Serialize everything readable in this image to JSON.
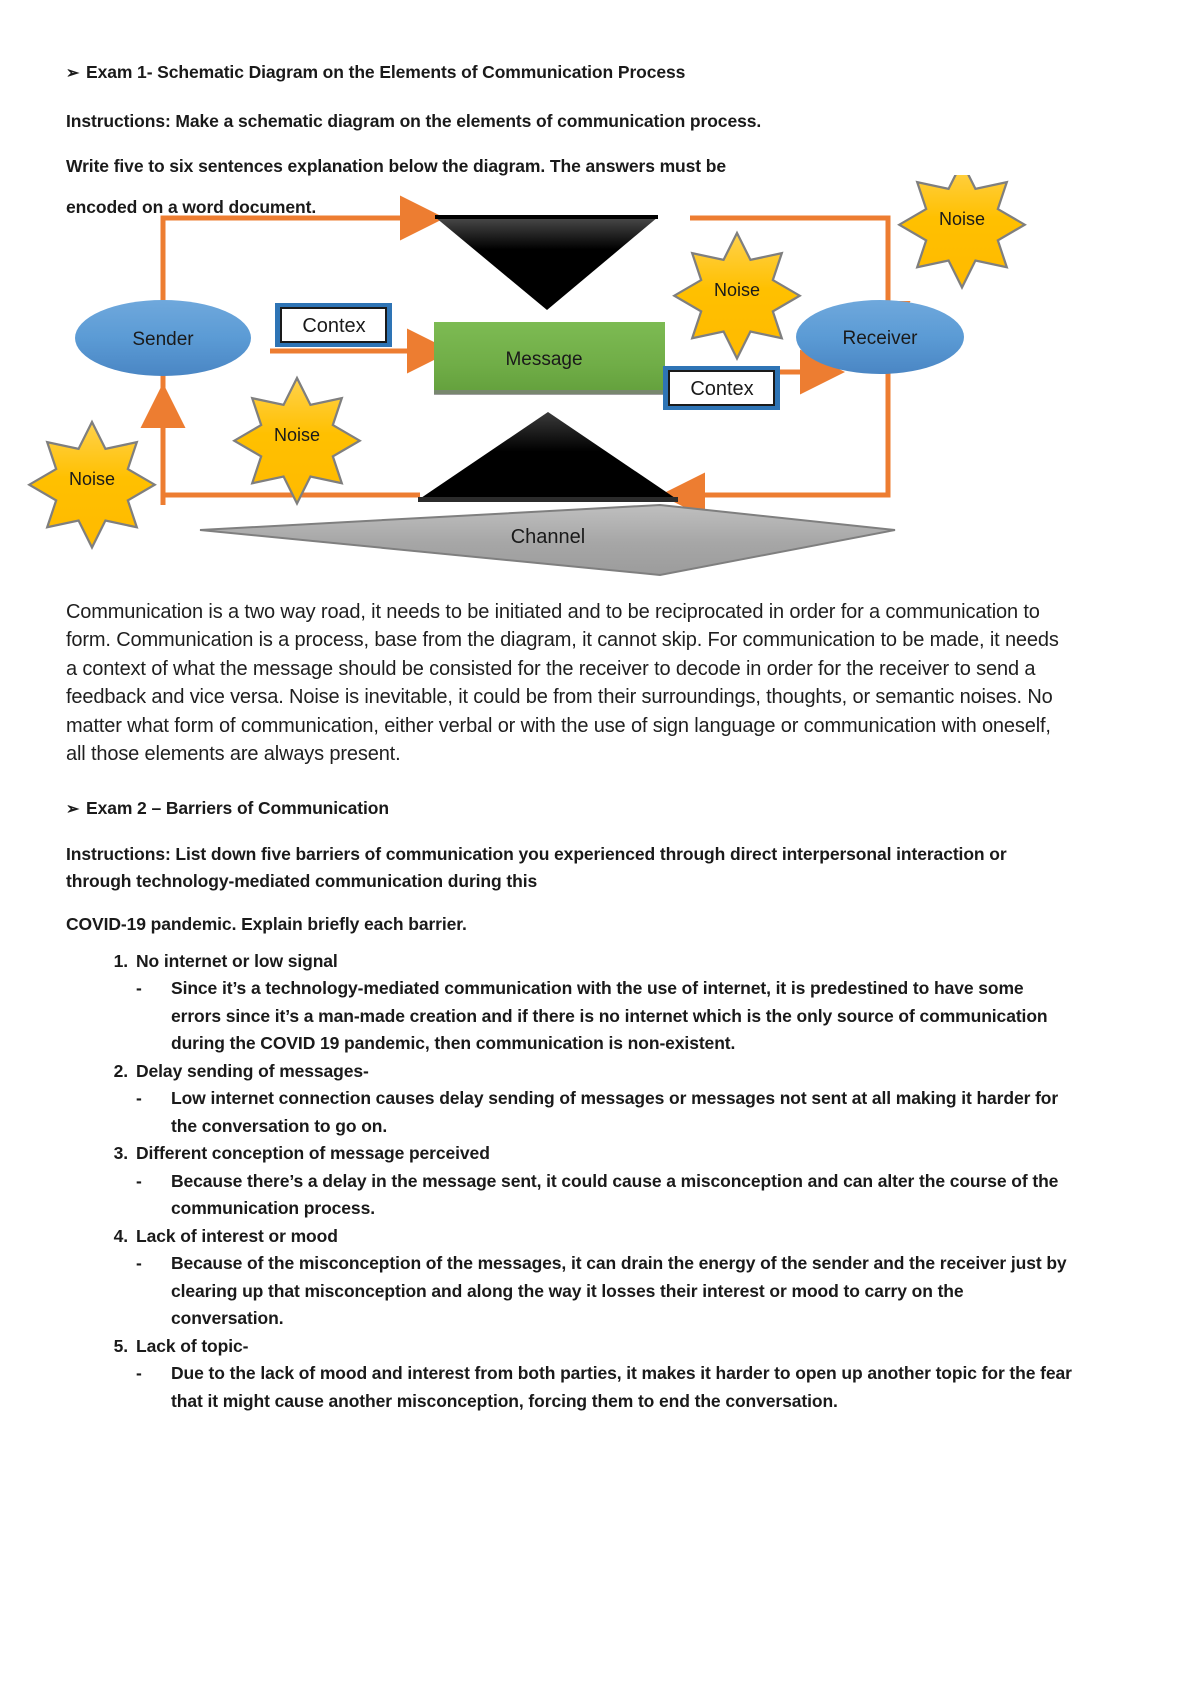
{
  "document": {
    "exam1": {
      "heading": "Exam 1- Schematic Diagram on the Elements of Communication Process",
      "bullet_glyph": "➢",
      "instruction_line1": "Instructions: Make a schematic diagram on the elements of communication process.",
      "instruction_line2": "Write five to six sentences explanation below the diagram. The answers must be",
      "instruction_line3": "encoded on a word document."
    },
    "diagram": {
      "title": "Elements of Communication Process",
      "nodes": {
        "sender": "Sender",
        "receiver": "Receiver",
        "message": "Message",
        "channel": "Channel",
        "context_left": "Contex",
        "context_right": "Contex"
      },
      "noise_labels": [
        "Noise",
        "Noise",
        "Noise",
        "Noise"
      ],
      "colors": {
        "ellipse_blue": "#5B9BD5",
        "message_green": "#70AD47",
        "noise_yellow": "#FFC000",
        "arrow_orange": "#ED7D31",
        "channel_gray": "#A6A6A6",
        "triangle_black": "#000000",
        "context_border_blue": "#2E74B5"
      }
    },
    "essay": {
      "paragraph": "Communication is a two way road, it needs to be initiated and to be reciprocated in order for a communication to form. Communication is a process, base from the diagram, it cannot skip. For communication to be made, it needs a context of what the message should be consisted for the receiver to decode in order for the receiver to send a feedback and vice versa. Noise is inevitable, it could be from their surroundings, thoughts, or semantic noises. No matter what form of communication, either verbal or with the use of sign language or communication with oneself, all those elements are always present."
    },
    "exam2": {
      "heading": "Exam 2 – Barriers of Communication",
      "bullet_glyph": "➢",
      "instruction_line1": "Instructions: List down five barriers of communication you experienced through direct interpersonal interaction or",
      "instruction_line2": "through technology-mediated communication during this",
      "instruction_line3": "COVID-19 pandemic. Explain briefly each barrier."
    },
    "barriers": [
      {
        "number": "1.",
        "title": "No internet or low signal",
        "dash": "-",
        "detail": "Since it’s a technology-mediated communication with the use of internet, it is predestined to have some errors since it’s a man-made creation and if there is no internet which is the only source of communication during the COVID 19 pandemic, then communication is non-existent."
      },
      {
        "number": "2.",
        "title": "Delay sending of messages-",
        "dash": "-",
        "detail": "Low internet connection causes delay sending of messages or messages not sent at all making it harder for the conversation to go on."
      },
      {
        "number": "3.",
        "title": "Different conception of message perceived",
        "dash": "-",
        "detail": "Because there’s a delay in the message sent, it could cause a misconception and can alter the course of the communication process."
      },
      {
        "number": "4.",
        "title": "Lack of interest or mood",
        "dash": "-",
        "detail": "Because of the misconception of the messages, it can drain the energy of the sender and the receiver just by clearing up that misconception and along the way it losses their interest or mood to carry on the conversation."
      },
      {
        "number": "5.",
        "title": "Lack of topic-",
        "dash": "-",
        "detail": "Due to the lack of mood and interest from both parties, it makes it harder to open up another topic for the fear that it might cause another misconception, forcing them to end the conversation."
      }
    ]
  }
}
